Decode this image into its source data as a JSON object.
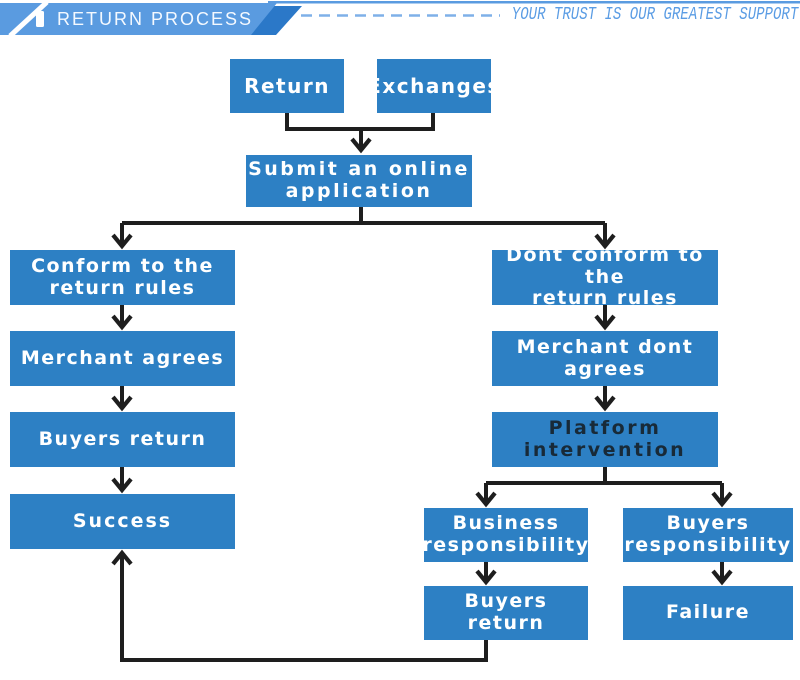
{
  "header": {
    "title": "RETURN PROCESS",
    "slogan": "YOUR TRUST IS OUR GREATEST SUPPORT"
  },
  "colors": {
    "box_blue": "#2d80c4",
    "banner_blue": "#5a9be0",
    "accent_blue": "#2b78c8",
    "dash_blue": "#7fb0e8",
    "slogan_blue": "#5a9ce4",
    "line_dark": "#1e1e1e",
    "platform_text": "#182a38",
    "box_text": "#ffffff"
  },
  "flow": {
    "nodes": {
      "return": {
        "label": "Return"
      },
      "exchanges": {
        "label": "Exchanges"
      },
      "submit": {
        "label": "Submit an online\napplication"
      },
      "conform": {
        "label": "Conform to the\nreturn rules"
      },
      "merchant_agrees": {
        "label": "Merchant agrees"
      },
      "buyers_return_left": {
        "label": "Buyers return"
      },
      "success": {
        "label": "Success"
      },
      "dont_conform": {
        "label": "Dont conform to the\nreturn rules"
      },
      "merchant_dont_agrees": {
        "label": "Merchant dont agrees"
      },
      "platform_intervention": {
        "label": "Platform\nintervention"
      },
      "business_responsibility": {
        "label": "Business\nresponsibility"
      },
      "buyers_responsibility": {
        "label": "Buyers\nresponsibility"
      },
      "buyers_return_right": {
        "label": "Buyers\nreturn"
      },
      "failure": {
        "label": "Failure"
      }
    }
  }
}
